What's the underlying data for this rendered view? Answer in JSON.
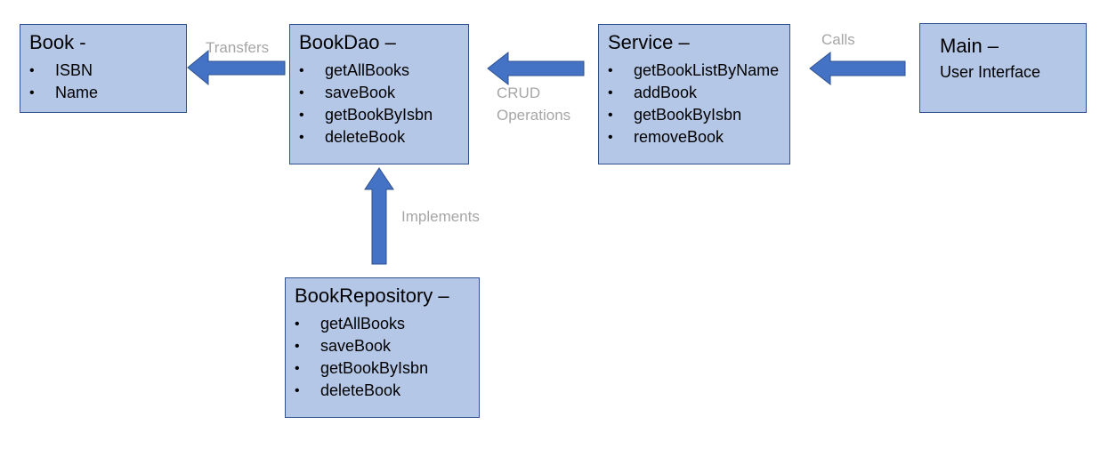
{
  "nodes": {
    "book": {
      "title": "Book -",
      "items": [
        "ISBN",
        "Name"
      ]
    },
    "bookdao": {
      "title": "BookDao –",
      "items": [
        "getAllBooks",
        "saveBook",
        "getBookByIsbn",
        "deleteBook"
      ]
    },
    "service": {
      "title": "Service –",
      "items": [
        "getBookListByName",
        "addBook",
        "getBookByIsbn",
        "removeBook"
      ]
    },
    "main": {
      "title": "Main –",
      "subtitle": "User Interface"
    },
    "bookrepository": {
      "title": "BookRepository –",
      "items": [
        "getAllBooks",
        "saveBook",
        "getBookByIsbn",
        "deleteBook"
      ]
    }
  },
  "edges": {
    "transfers": {
      "from": "BookDao",
      "to": "Book",
      "label": "Transfers"
    },
    "crud": {
      "from": "Service",
      "to": "BookDao",
      "label_line1": "CRUD",
      "label_line2": "Operations"
    },
    "calls": {
      "from": "Main",
      "to": "Service",
      "label": "Calls"
    },
    "implements": {
      "from": "BookRepository",
      "to": "BookDao",
      "label": "Implements"
    }
  },
  "colors": {
    "box_fill": "#b4c7e7",
    "box_border": "#2f528f",
    "arrow_fill": "#4472c4",
    "label_text": "#a6a6a6"
  }
}
